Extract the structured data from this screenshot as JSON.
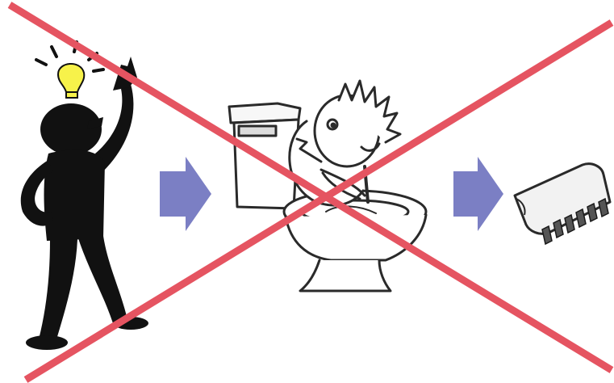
{
  "scene": {
    "panels": [
      {
        "id": "idea",
        "icon": "person-with-lightbulb-icon"
      },
      {
        "id": "toilet",
        "icon": "cartoon-character-flushing-toilet-icon"
      },
      {
        "id": "chip",
        "icon": "microchip-icon"
      }
    ],
    "arrows": [
      {
        "id": "arrow-1",
        "icon": "right-arrow-icon"
      },
      {
        "id": "arrow-2",
        "icon": "right-arrow-icon"
      }
    ],
    "cross": {
      "icon": "red-x-cross-icon"
    }
  },
  "colors": {
    "background": "#ffffff",
    "figure": "#111111",
    "bulb": "#f7f24a",
    "arrow": "#7b7fc4",
    "cross": "#e55461",
    "sketch": "#2a2a2a",
    "chip_body": "#f2f2f2"
  }
}
